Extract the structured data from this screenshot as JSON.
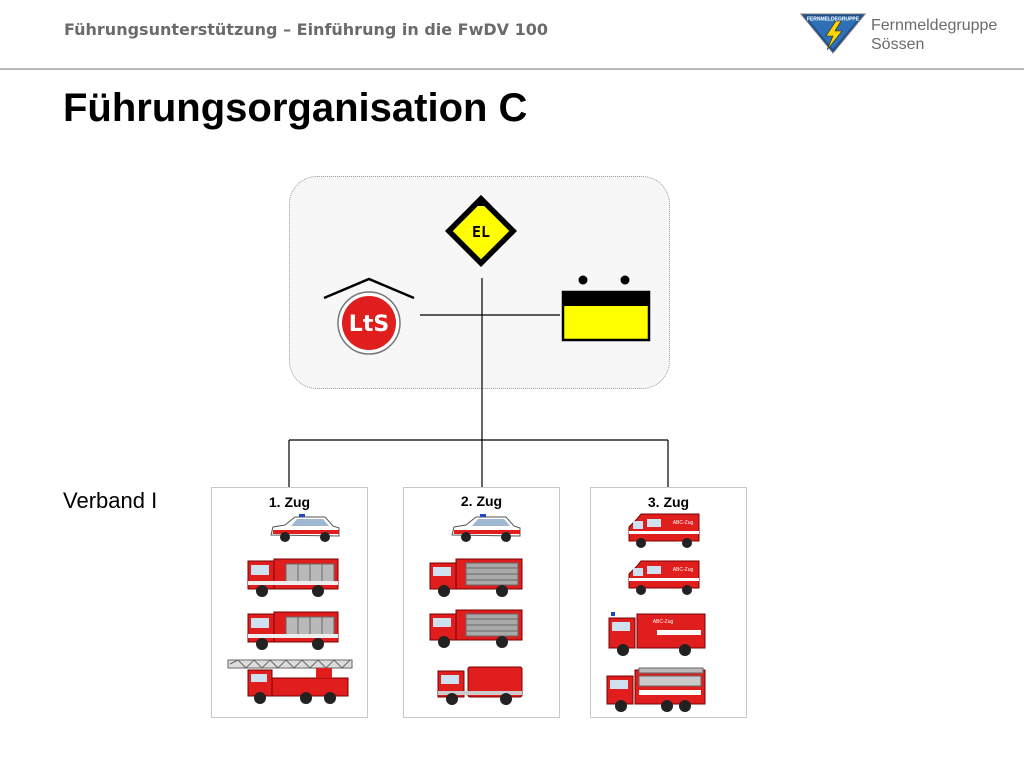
{
  "header": {
    "title": "Führungsunterstützung – Einführung in die FwDV 100",
    "org_line1": "Fernmeldegruppe",
    "org_line2": "Sössen",
    "logo_text": "FERNMELDEGRUPPE"
  },
  "slide": {
    "title": "Führungsorganisation  C"
  },
  "lead": {
    "el_label": "EL",
    "lts_label": "LtS"
  },
  "verband": {
    "label": "Verband I"
  },
  "zuege": [
    {
      "label": "1. Zug"
    },
    {
      "label": "2. Zug"
    },
    {
      "label": "3. Zug"
    }
  ],
  "vehicles": {
    "abc_label": "ABC-Zug"
  },
  "colors": {
    "fire_red": "#e01e1e",
    "sign_yellow": "#ffff00",
    "header_gray": "#6b6b6b",
    "logo_blue": "#1c4f8f"
  }
}
